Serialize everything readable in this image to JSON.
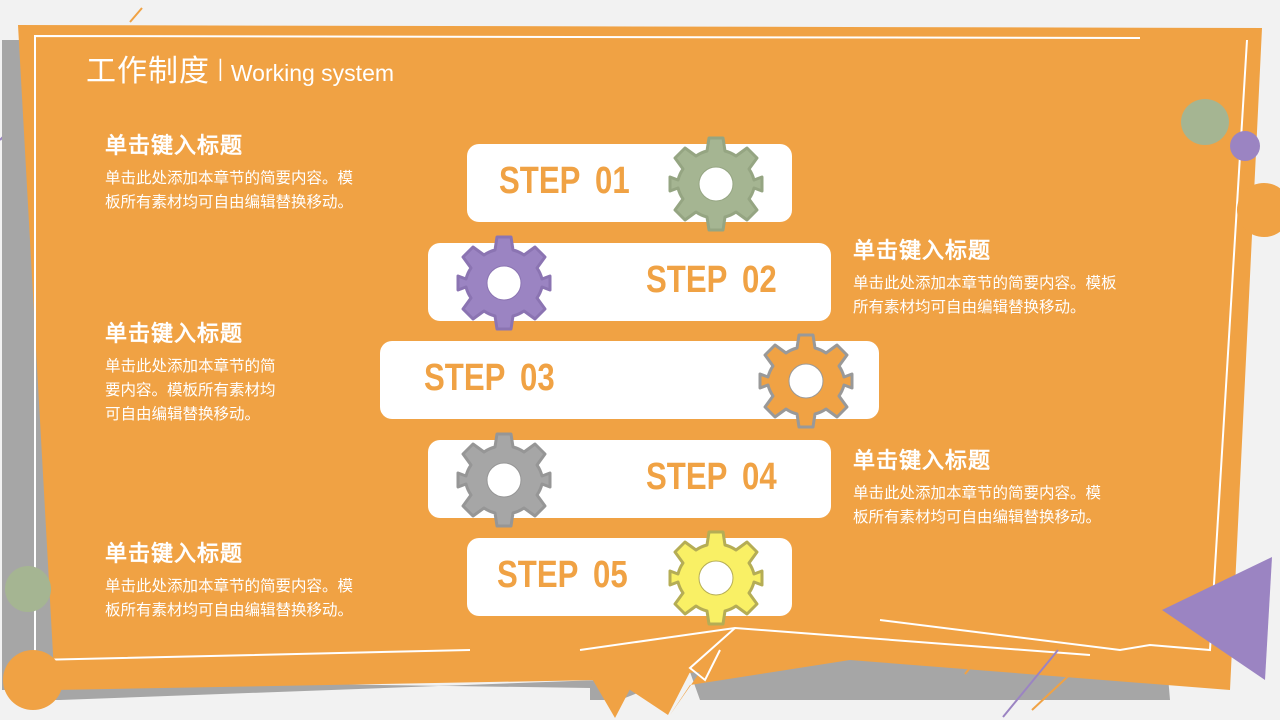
{
  "header": {
    "title_zh": "工作制度",
    "separator": "I",
    "title_en": "Working system"
  },
  "colors": {
    "orange": "#f0a244",
    "shadow_gray": "#a6a6a6",
    "green": "#a5b592",
    "purple": "#9b84c2",
    "gray_gear": "#a6a6a6",
    "yellow": "#f9f065",
    "white": "#ffffff"
  },
  "blocks": [
    {
      "title": "单击键入标题",
      "lines": [
        "单击此处添加本章节的简要内容。模",
        "板所有素材均可自由编辑替换移动。"
      ]
    },
    {
      "title": "单击键入标题",
      "lines": [
        "单击此处添加本章节的简要内容。模板",
        "所有素材均可自由编辑替换移动。"
      ]
    },
    {
      "title": "单击键入标题",
      "lines": [
        "单击此处添加本章节的简",
        "要内容。模板所有素材均",
        "可自由编辑替换移动。"
      ]
    },
    {
      "title": "单击键入标题",
      "lines": [
        "单击此处添加本章节的简要内容。模",
        "板所有素材均可自由编辑替换移动。"
      ]
    },
    {
      "title": "单击键入标题",
      "lines": [
        "单击此处添加本章节的简要内容。模",
        "板所有素材均可自由编辑替换移动。"
      ]
    }
  ],
  "steps": [
    {
      "label": "STEP 01",
      "gear_color": "green-gear"
    },
    {
      "label": "STEP 02",
      "gear_color": "purple-gear"
    },
    {
      "label": "STEP 03",
      "gear_color": "orange-gear"
    },
    {
      "label": "STEP 04",
      "gear_color": "gray-gear"
    },
    {
      "label": "STEP 05",
      "gear_color": "yellow-gear"
    }
  ]
}
